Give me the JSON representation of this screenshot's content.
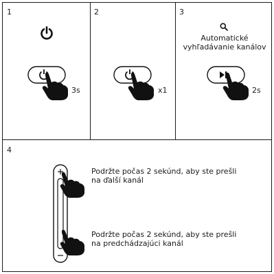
{
  "panels": [
    {
      "number": "1",
      "duration": "3s",
      "icon": "power-icon"
    },
    {
      "number": "2",
      "duration": "x1",
      "icon": "power-icon"
    },
    {
      "number": "3",
      "duration": "2s",
      "icon": "play-pause-icon",
      "top_icon": "search-icon",
      "caption_line1": "Automatické",
      "caption_line2": "vyhľadávanie kanálov"
    },
    {
      "number": "4",
      "up_line1": "Podržte počas 2 sekúnd, aby ste prešli",
      "up_line2": "na ďalší kanál",
      "down_line1": "Podržte počas 2 sekúnd, aby ste prešli",
      "down_line2": "na predchádzajúci kanál",
      "up_symbol": "+",
      "down_symbol": "−"
    }
  ]
}
